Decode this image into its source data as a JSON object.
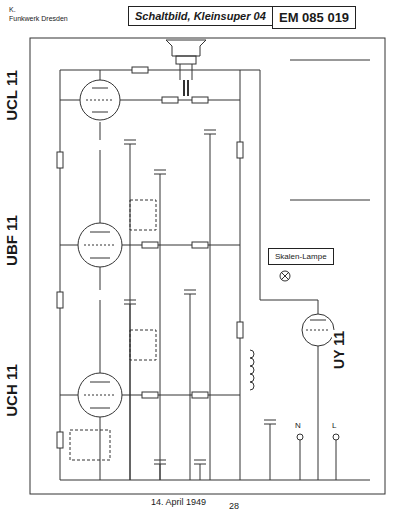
{
  "diagram": {
    "title": "Schaltbild, Kleinsuper 04",
    "nodes": [
      {
        "text": [
          "EM 085 019"
        ]
      },
      {
        "text": [
          "Skalen-Lampe"
        ]
      }
    ],
    "labels": [
      "K.",
      "Funkwerk Dresden",
      "UCL 11",
      "UBF 11",
      "UCH 11",
      "UY 11",
      "14. April 1949",
      "28",
      "N",
      "L"
    ]
  }
}
